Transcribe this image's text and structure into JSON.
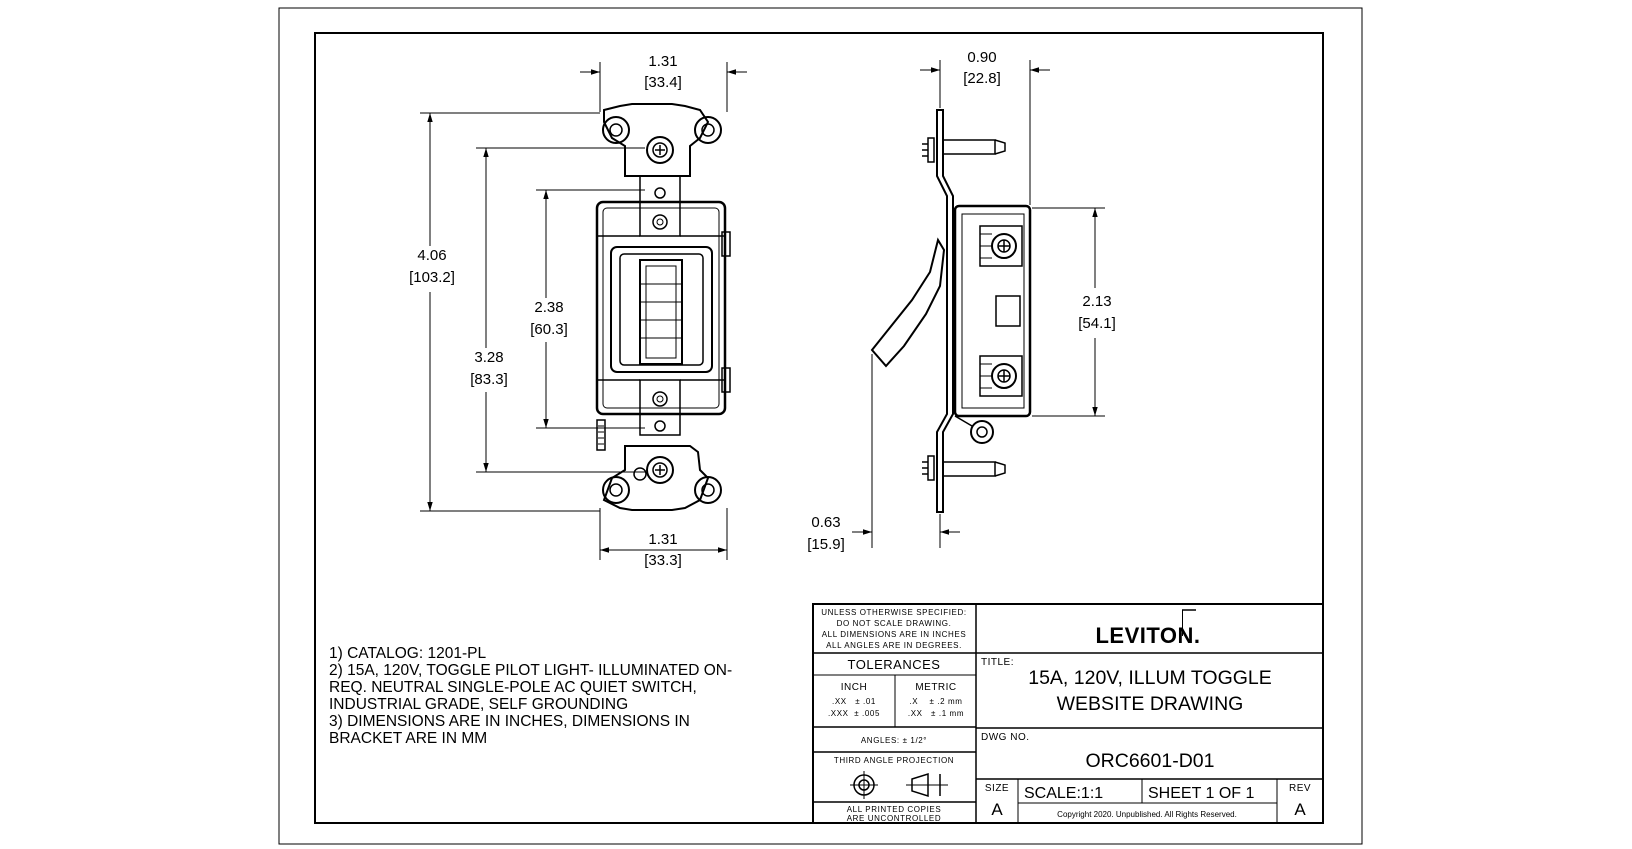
{
  "dimensions": {
    "top_width_in": "1.31",
    "top_width_mm": "[33.4]",
    "bottom_width_in": "1.31",
    "bottom_width_mm": "[33.3]",
    "overall_height_in": "4.06",
    "overall_height_mm": "[103.2]",
    "mount_height_in": "3.28",
    "mount_height_mm": "[83.3]",
    "body_height_in": "2.38",
    "body_height_mm": "[60.3]",
    "side_depth_in": "0.90",
    "side_depth_mm": "[22.8]",
    "side_body_in": "2.13",
    "side_body_mm": "[54.1]",
    "toggle_depth_in": "0.63",
    "toggle_depth_mm": "[15.9]"
  },
  "notes": [
    "1) CATALOG: 1201-PL",
    "2) 15A, 120V, TOGGLE PILOT LIGHT- ILLUMINATED ON-",
    "REQ. NEUTRAL SINGLE-POLE AC QUIET SWITCH,",
    "INDUSTRIAL GRADE, SELF GROUNDING",
    "3) DIMENSIONS ARE IN INCHES, DIMENSIONS IN",
    "BRACKET ARE IN MM"
  ],
  "title_block": {
    "unless_lines": [
      "UNLESS OTHERWISE SPECIFIED:",
      "DO NOT SCALE DRAWING.",
      "ALL DIMENSIONS ARE IN INCHES",
      "ALL ANGLES ARE IN DEGREES."
    ],
    "tolerances_label": "TOLERANCES",
    "inch_label": "INCH",
    "metric_label": "METRIC",
    "inch_row1": ".XX   ± .01",
    "inch_row2": ".XXX  ± .005",
    "metric_row1": ".X    ± .2 mm",
    "metric_row2": ".XX   ± .1 mm",
    "angles": "ANGLES: ± 1/2°",
    "projection": "THIRD ANGLE PROJECTION",
    "printed_line1": "ALL PRINTED COPIES",
    "printed_line2": "ARE UNCONTROLLED",
    "logo": "LEVITON.",
    "title_label": "TITLE:",
    "title_line1": "15A, 120V, ILLUM TOGGLE",
    "title_line2": "WEBSITE DRAWING",
    "dwg_label": "DWG NO.",
    "dwg_no": "ORC6601-D01",
    "size_label": "SIZE",
    "size_value": "A",
    "scale": "SCALE:1:1",
    "sheet": "SHEET 1 OF 1",
    "copyright": "Copyright 2020. Unpublished. All Rights Reserved.",
    "rev_label": "REV",
    "rev_value": "A"
  }
}
